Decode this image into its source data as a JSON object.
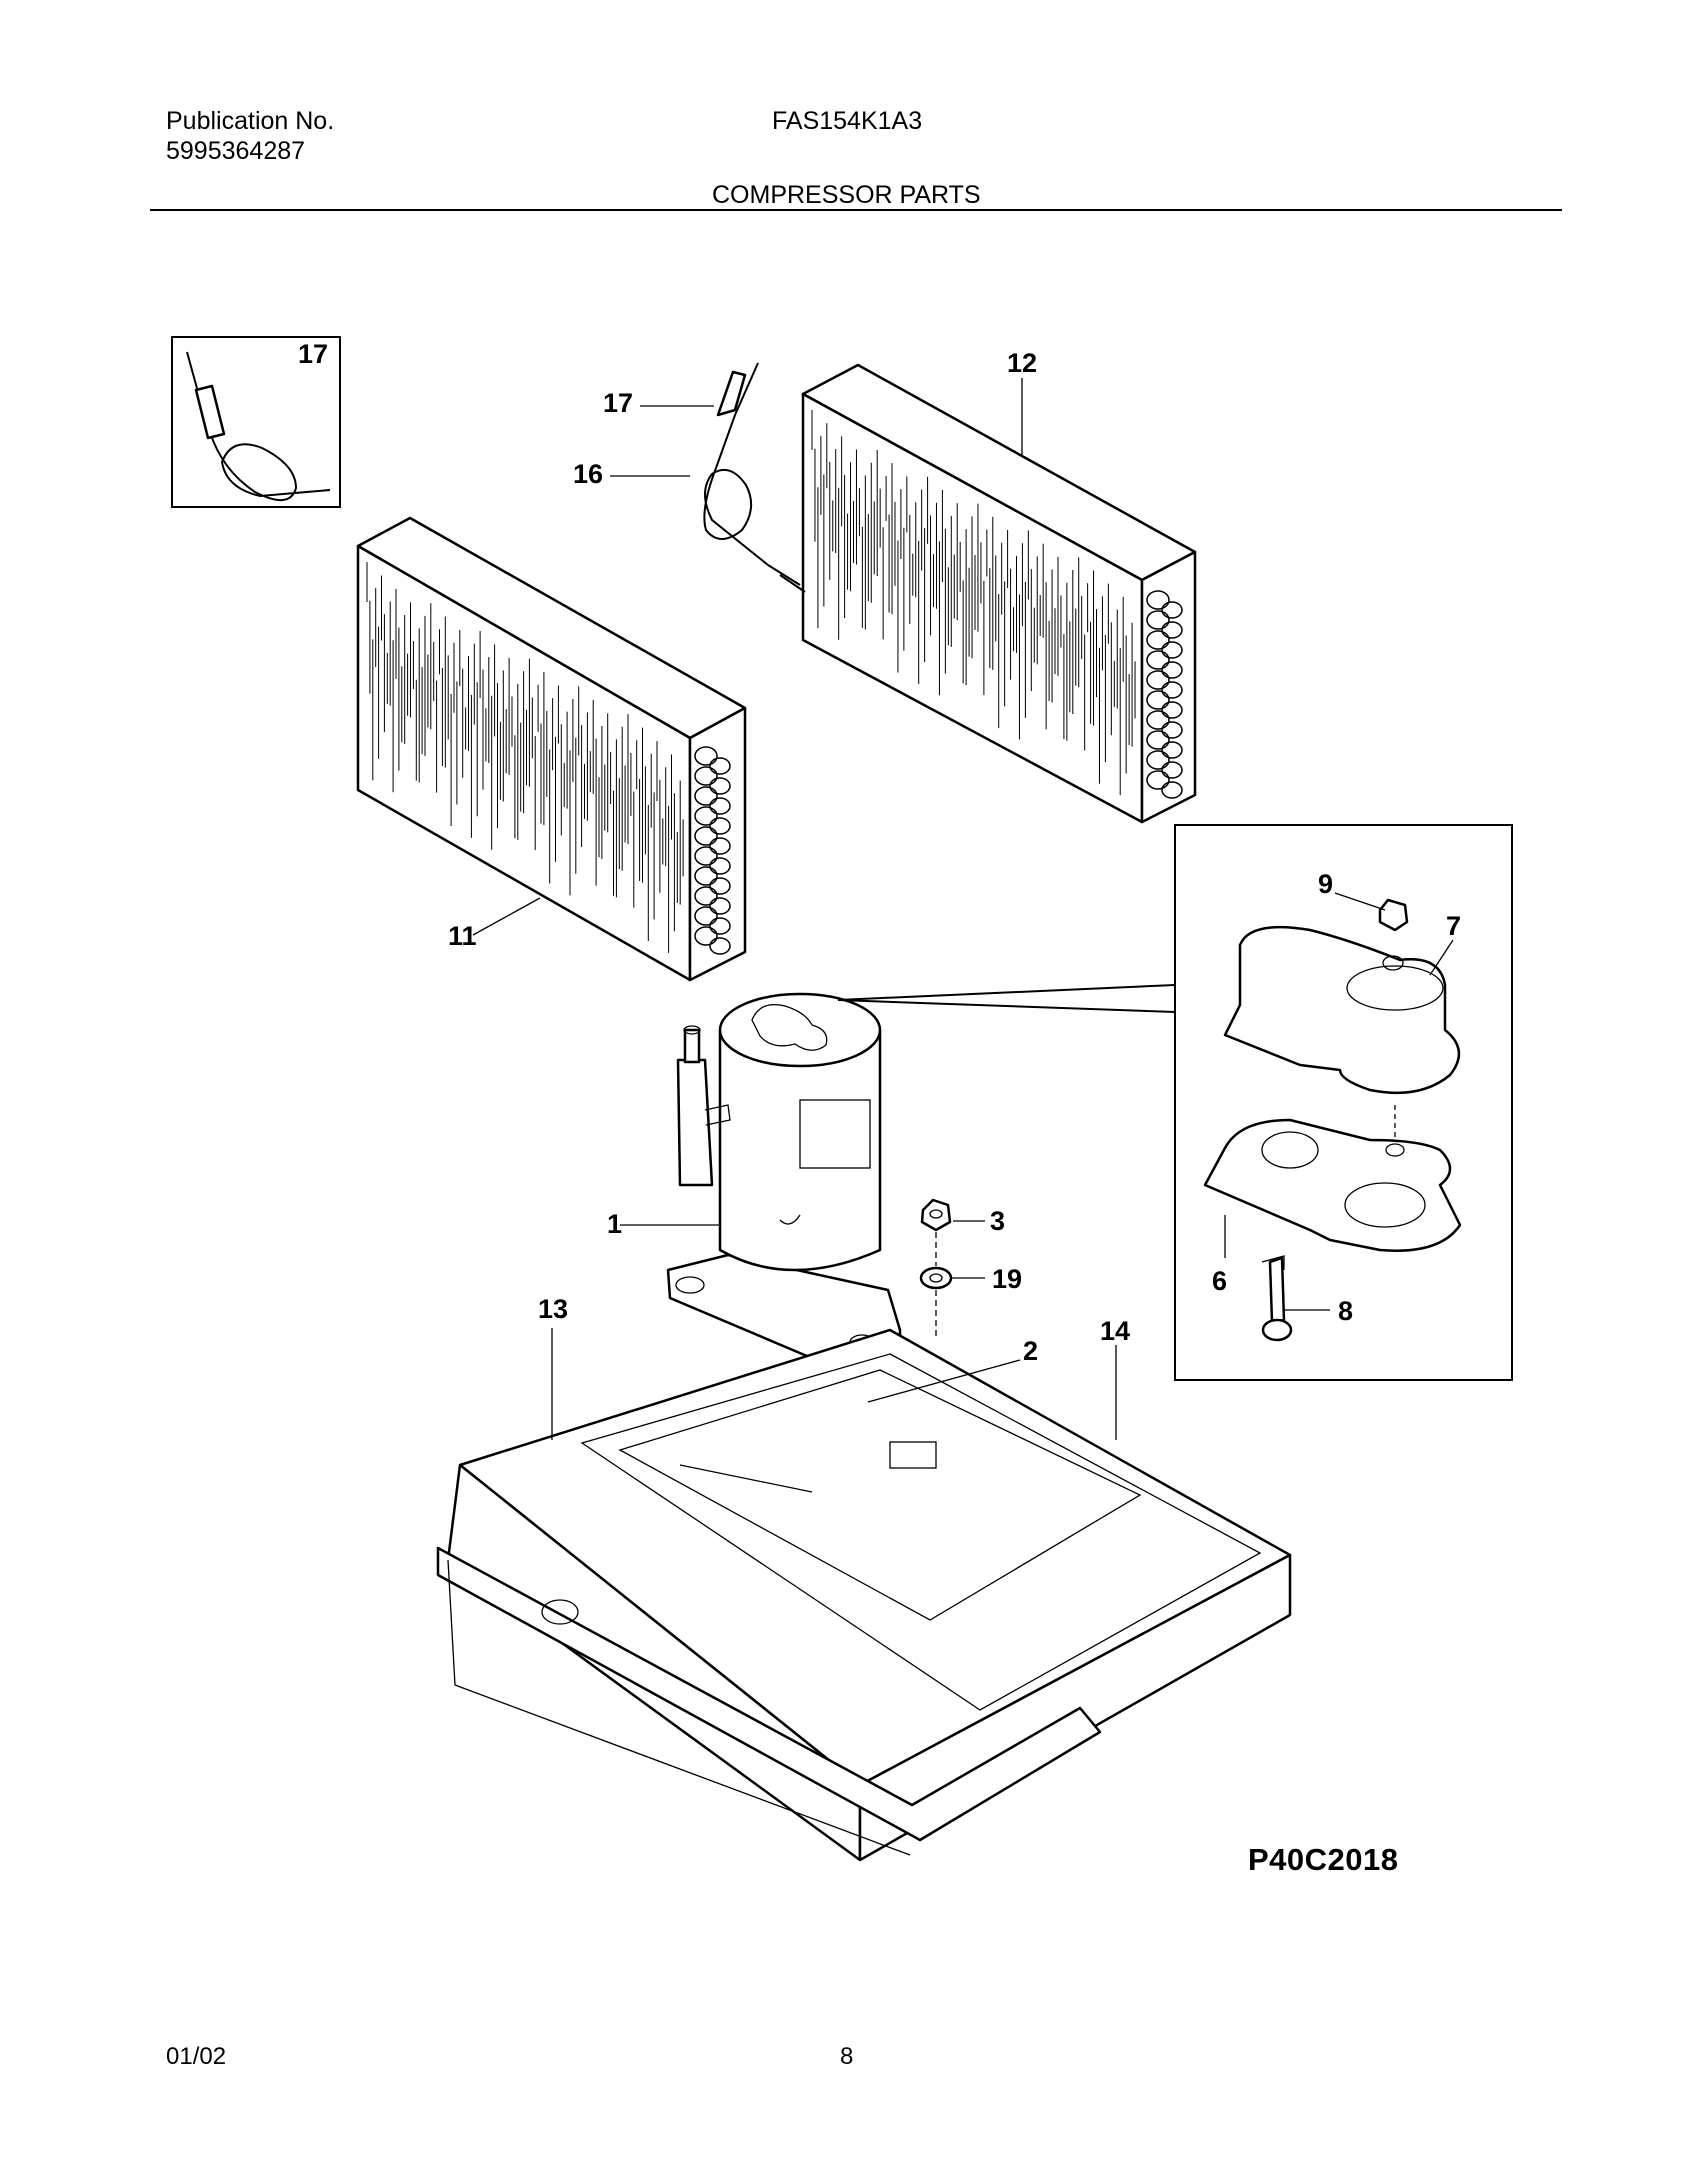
{
  "header": {
    "publication_label": "Publication No.",
    "publication_number": "5995364287",
    "model": "FAS154K1A3",
    "section_title": "COMPRESSOR PARTS"
  },
  "diagram": {
    "drawing_code": "P40C2018",
    "callouts": {
      "c1": "1",
      "c2": "2",
      "c3": "3",
      "c6": "6",
      "c7": "7",
      "c8": "8",
      "c9": "9",
      "c11": "11",
      "c12": "12",
      "c13": "13",
      "c14": "14",
      "c16": "16",
      "c17_inset": "17",
      "c17": "17",
      "c19": "19"
    }
  },
  "footer": {
    "date": "01/02",
    "page": "8"
  }
}
